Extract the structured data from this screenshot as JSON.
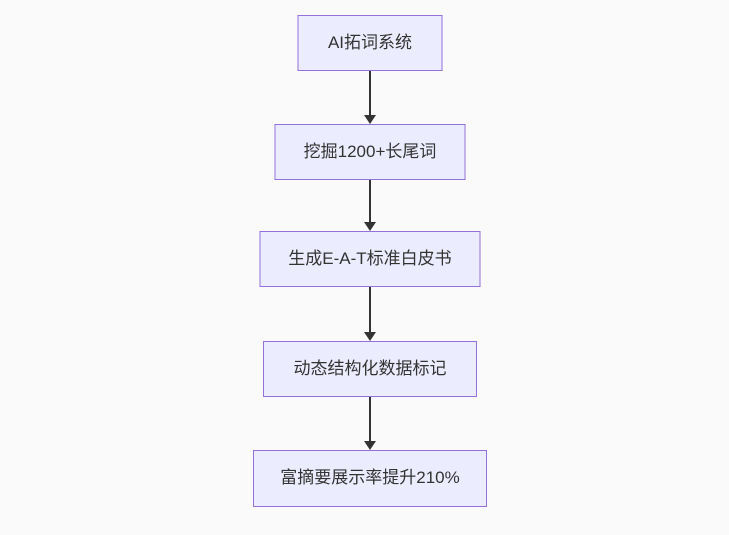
{
  "diagram": {
    "type": "flowchart",
    "direction": "top-down",
    "nodes": [
      {
        "label": "AI拓词系统"
      },
      {
        "label": "挖掘1200+长尾词"
      },
      {
        "label": "生成E-A-T标准白皮书"
      },
      {
        "label": "动态结构化数据标记"
      },
      {
        "label": "富摘要展示率提升210%"
      }
    ],
    "edges": [
      {
        "from": 0,
        "to": 1
      },
      {
        "from": 1,
        "to": 2
      },
      {
        "from": 2,
        "to": 3
      },
      {
        "from": 3,
        "to": 4
      }
    ],
    "colors": {
      "background": "#fafafa",
      "node_fill": "#ececff",
      "node_border": "#9370db",
      "edge": "#333333",
      "text": "#333333"
    }
  }
}
